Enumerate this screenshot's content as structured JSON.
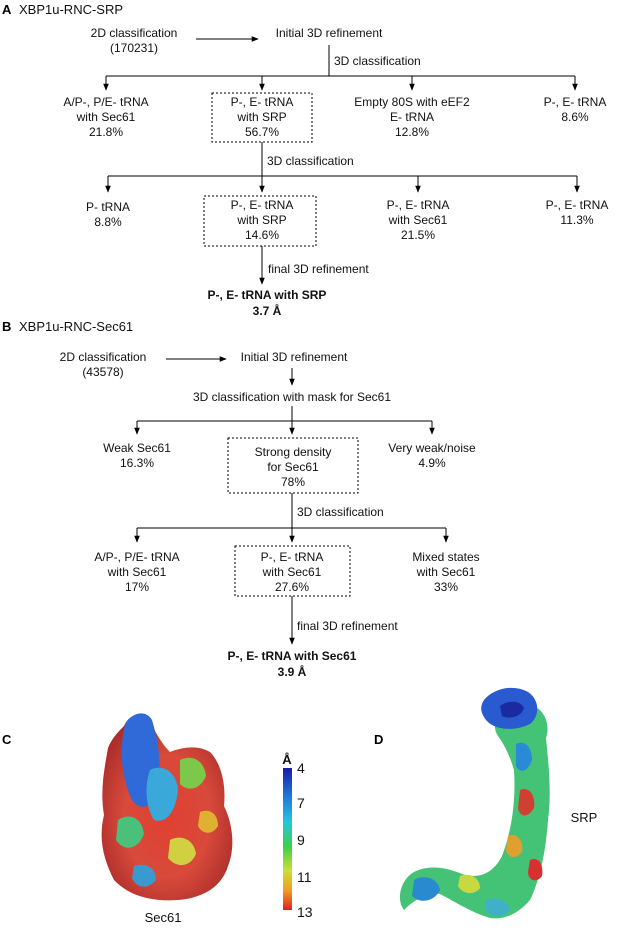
{
  "panel_a": {
    "letter": "A",
    "title": "XBP1u-RNC-SRP",
    "start": [
      "2D classification",
      "(170231)"
    ],
    "refine": "Initial 3D refinement",
    "class1_label": "3D classification",
    "row1": [
      [
        "A/P-, P/E- tRNA",
        "with Sec61",
        "21.8%"
      ],
      [
        "P-, E- tRNA",
        "with SRP",
        "56.7%"
      ],
      [
        "Empty 80S with eEF2",
        "E- tRNA",
        "12.8%"
      ],
      [
        "P-, E- tRNA",
        "8.6%"
      ]
    ],
    "class2_label": "3D classification",
    "row2": [
      [
        "P- tRNA",
        "8.8%"
      ],
      [
        "P-, E- tRNA",
        "with SRP",
        "14.6%"
      ],
      [
        "P-, E- tRNA",
        "with Sec61",
        "21.5%"
      ],
      [
        "P-, E- tRNA",
        "11.3%"
      ]
    ],
    "final_label": "final 3D refinement",
    "result": [
      "P-, E- tRNA with SRP",
      "3.7 Å"
    ]
  },
  "panel_b": {
    "letter": "B",
    "title": "XBP1u-RNC-Sec61",
    "start": [
      "2D classification",
      "(43578)"
    ],
    "refine": "Initial 3D refinement",
    "class1_label": "3D classification  with mask for Sec61",
    "row1": [
      [
        "Weak Sec61",
        "16.3%"
      ],
      [
        "Strong density",
        "for Sec61",
        "78%"
      ],
      [
        "Very weak/noise",
        "4.9%"
      ]
    ],
    "class2_label": "3D classification",
    "row2": [
      [
        "A/P-, P/E- tRNA",
        "with Sec61",
        "17%"
      ],
      [
        "P-, E- tRNA",
        "with Sec61",
        "27.6%"
      ],
      [
        "Mixed states",
        "with Sec61",
        "33%"
      ]
    ],
    "final_label": "final 3D refinement",
    "result": [
      "P-, E- tRNA with Sec61",
      "3.9 Å"
    ]
  },
  "panel_c": {
    "letter": "C",
    "map_label": "Sec61",
    "scale_unit": "Å",
    "scale_ticks": [
      "4",
      "7",
      "9",
      "11",
      "13"
    ]
  },
  "panel_d": {
    "letter": "D",
    "map_label": "SRP"
  },
  "colors": {
    "scale": [
      "#1a1aa8",
      "#1f6fd6",
      "#22c8e0",
      "#3ccf4a",
      "#c9e034",
      "#f0a020",
      "#e02020"
    ]
  }
}
